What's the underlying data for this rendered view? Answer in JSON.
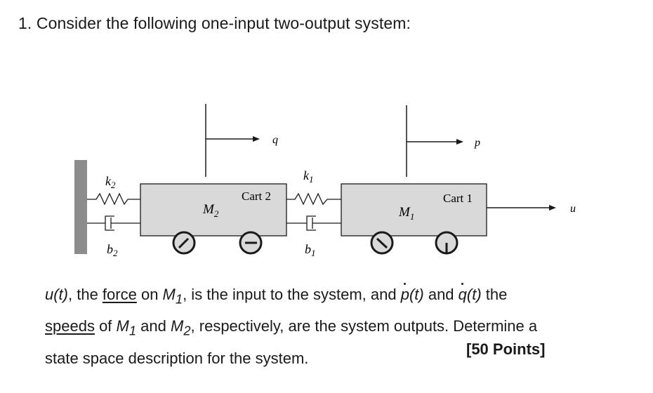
{
  "question": {
    "number": "1.",
    "title": "Consider the following one-input two-output system:"
  },
  "diagram": {
    "cart1_label": "Cart 1",
    "cart2_label": "Cart 2",
    "mass1_label": "M",
    "mass1_sub": "1",
    "mass2_label": "M",
    "mass2_sub": "2",
    "spring1_label": "k",
    "spring1_sub": "1",
    "spring2_label": "k",
    "spring2_sub": "2",
    "damper1_label": "b",
    "damper1_sub": "1",
    "damper2_label": "b",
    "damper2_sub": "2",
    "pos_p_label": "p",
    "pos_q_label": "q",
    "input_label": "u",
    "colors": {
      "cart_fill": "#d9d9d9",
      "wall_fill": "#8c8c8c",
      "line": "#1a1a1a"
    }
  },
  "paragraph": {
    "line1_part1": "u(t)",
    "line1_part2": ", the ",
    "line1_force": "force",
    "line1_part3": " on ",
    "m": "M",
    "sub1": "1",
    "sub2": "2",
    "line1_part4": ", is the input to the system, and ",
    "p_var": "p",
    "p_arg": "(t)",
    "and": " and ",
    "q_var": "q",
    "q_arg": "(t)",
    "the": " the",
    "line2_speeds": "speeds",
    "line2_part1": " of ",
    "line2_part2": " and ",
    "line2_part3": ", respectively, are the system outputs. Determine a",
    "line3": "state space description for the system.",
    "points": "[50 Points]"
  }
}
